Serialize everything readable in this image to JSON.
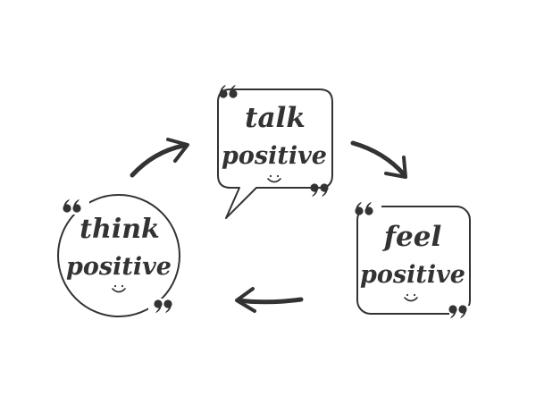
{
  "colors": {
    "ink": "#333333",
    "background": "#ffffff"
  },
  "nodes": [
    {
      "id": "talk",
      "line1": "talk",
      "line2": "positive",
      "shape": "speech-bubble",
      "face": "smiley"
    },
    {
      "id": "feel",
      "line1": "feel",
      "line2": "positive",
      "shape": "rounded-square",
      "face": "smiley"
    },
    {
      "id": "think",
      "line1": "think",
      "line2": "positive",
      "shape": "circle",
      "face": "smiley"
    }
  ],
  "arrows": [
    {
      "from": "think",
      "to": "talk"
    },
    {
      "from": "talk",
      "to": "feel"
    },
    {
      "from": "feel",
      "to": "think"
    }
  ],
  "icons": {
    "quote_open": "opening-quote-icon",
    "quote_close": "closing-quote-icon",
    "face": "smiley-icon"
  }
}
